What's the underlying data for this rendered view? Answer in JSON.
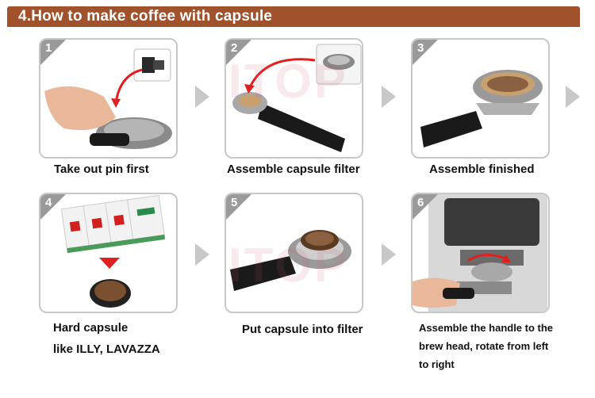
{
  "header": {
    "title": "4.How to make coffee with capsule"
  },
  "steps": [
    {
      "number": "1",
      "caption": "Take out pin first"
    },
    {
      "number": "2",
      "caption": "Assemble capsule filter"
    },
    {
      "number": "3",
      "caption": "Assemble finished"
    },
    {
      "number": "4",
      "caption_line1": "Hard capsule",
      "caption_line2": "like ILLY, LAVAZZA"
    },
    {
      "number": "5",
      "caption": "Put capsule into filter"
    },
    {
      "number": "6",
      "caption_line1": "Assemble the handle to the",
      "caption_line2": "brew head, rotate from left",
      "caption_line3": "to right"
    }
  ],
  "watermark": "ITOP",
  "colors": {
    "header": "#a0522d",
    "badge": "#9a9a9a",
    "arrow": "#c8c8c8",
    "accent_red": "#e02020"
  }
}
